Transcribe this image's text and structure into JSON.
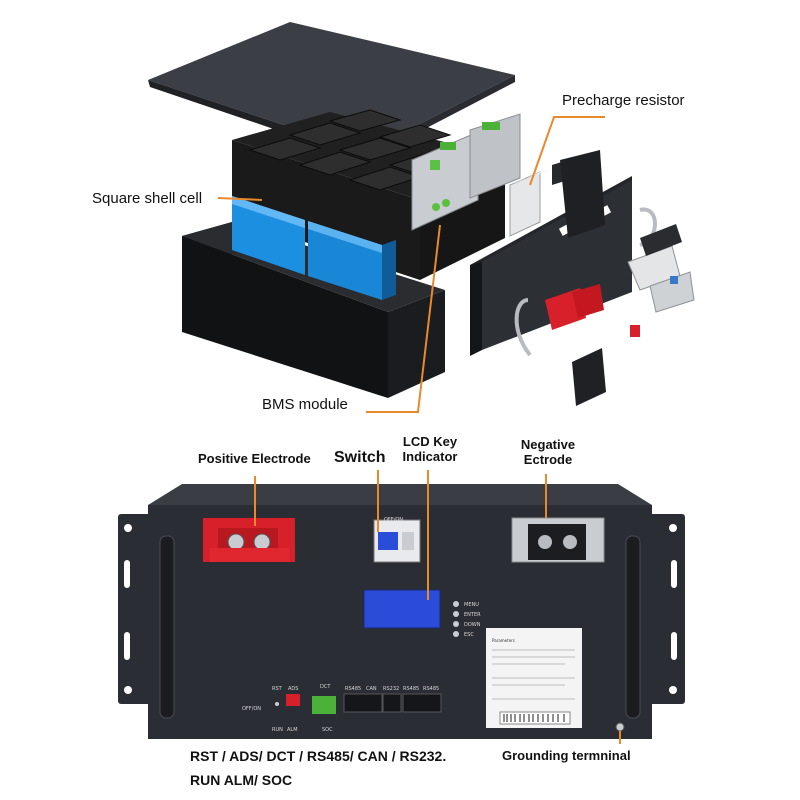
{
  "top_labels": {
    "precharge": "Precharge resistor",
    "square_shell": "Square shell cell",
    "bms": "BMS module"
  },
  "bottom_labels": {
    "positive": "Positive Electrode",
    "switch": "Switch",
    "lcd_line1": "LCD Key",
    "lcd_line2": "Indicator",
    "negative_line1": "Negative",
    "negative_line2": "Ectrode",
    "ports_line1": "RST / ADS/ DCT / RS485/ CAN / RS232.",
    "ports_line2": "RUN ALM/ SOC",
    "grounding": "Grounding termninal"
  },
  "panel_text": {
    "off_on": "OFF/ON",
    "btn_menu": "MENU",
    "btn_enter": "ENTER",
    "btn_down": "DOWN",
    "btn_esc": "ESC",
    "rst": "RST",
    "ads": "ADS",
    "dct": "DCT",
    "rs485_a": "RS485",
    "can": "CAN",
    "rs232": "RS232",
    "rs485_b": "RS485",
    "rs485_c": "RS485",
    "off_on_small": "OFF/ON",
    "run": "RUN",
    "alm": "ALM",
    "soc": "SOC",
    "sticker_title": "Parameters"
  },
  "colors": {
    "leader": "#e8892c",
    "cell_blue": "#1d8fe0",
    "panel": "#2a2d33",
    "terminal_red": "#d8202a",
    "lcd_blue": "#2a4cd8"
  }
}
